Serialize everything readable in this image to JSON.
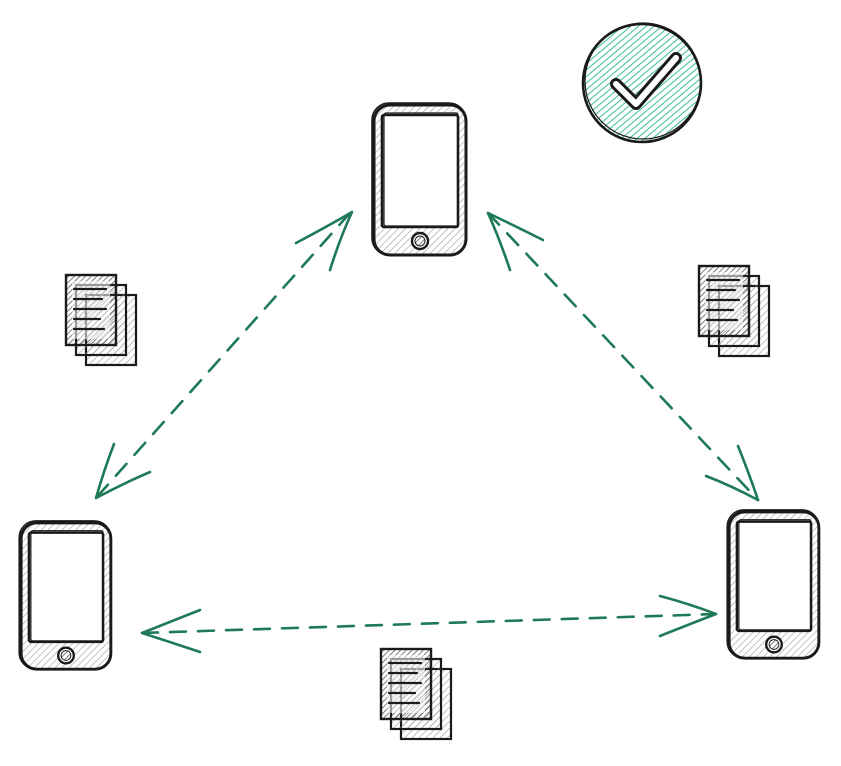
{
  "diagram": {
    "nodes": [
      {
        "id": "phone-top",
        "kind": "smartphone"
      },
      {
        "id": "phone-left",
        "kind": "smartphone"
      },
      {
        "id": "phone-right",
        "kind": "smartphone"
      }
    ],
    "connections": [
      {
        "from": "phone-top",
        "to": "phone-left",
        "style": "dashed",
        "direction": "both"
      },
      {
        "from": "phone-top",
        "to": "phone-right",
        "style": "dashed",
        "direction": "both"
      },
      {
        "from": "phone-left",
        "to": "phone-right",
        "style": "dashed",
        "direction": "both"
      }
    ],
    "documents": [
      {
        "id": "docs-left",
        "icon": "document-stack-icon",
        "between": [
          "phone-top",
          "phone-left"
        ]
      },
      {
        "id": "docs-right",
        "icon": "document-stack-icon",
        "between": [
          "phone-top",
          "phone-right"
        ]
      },
      {
        "id": "docs-bottom",
        "icon": "document-stack-icon",
        "between": [
          "phone-left",
          "phone-right"
        ]
      }
    ],
    "badge": {
      "icon": "checkmark-circle-icon",
      "meaning": "verified"
    }
  },
  "colors": {
    "ink": "#1a1a1a",
    "arrow": "#1f7a57",
    "badge_fill": "#3dbf95",
    "hatch": "#9a9a9a",
    "paper": "#ffffff"
  }
}
